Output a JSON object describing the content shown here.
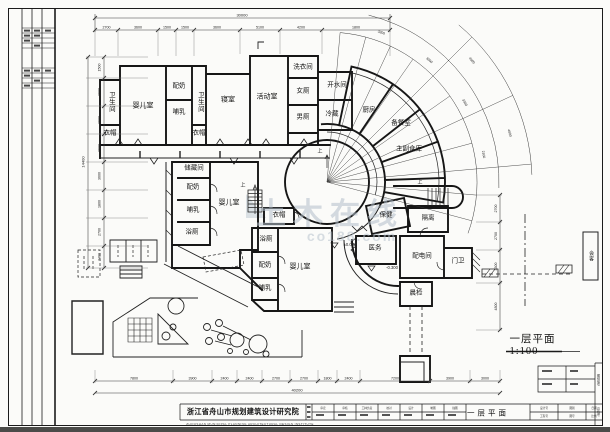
{
  "titles": {
    "plan_title": "一层平面1:100",
    "sheet_name": "一层平面",
    "institute": "浙江省舟山市规划建筑设计研究院",
    "institute_en": "ZHOUSHAN MUNICIPAL PLANNING ARCHITECTURAL DESIGN INSTITUTE"
  },
  "watermark": {
    "brand": "土木在线",
    "site": "co188.com"
  },
  "rooms": [
    "卫生间",
    "衣帽",
    "婴儿室",
    "配奶",
    "哺乳",
    "卫生间",
    "衣帽",
    "寝室",
    "活动室",
    "洗衣间",
    "女厕",
    "男厕",
    "开水间",
    "冷藏",
    "厨房",
    "备餐室",
    "主副食库",
    "储藏间",
    "配奶",
    "哺乳",
    "浴厕",
    "婴儿室",
    "衣帽",
    "浴厕",
    "配奶",
    "哺乳",
    "婴儿室",
    "保健",
    "隔离",
    "医务",
    "配电间",
    "门卫",
    "晨检",
    "会客"
  ],
  "up_label": "上",
  "elevations": [
    "±0.000",
    "-0.300"
  ],
  "dims": {
    "top_total": "30000",
    "top": [
      "2700",
      "3600",
      "1500",
      "1500",
      "3600",
      "5100",
      "4200",
      "1800"
    ],
    "left": [
      "1500",
      "3600",
      "3600",
      "3600",
      "3600",
      "1800",
      "2700",
      "2400"
    ],
    "left_total": "14400",
    "bottom": [
      "7800",
      "3900",
      "2400",
      "2400",
      "2700",
      "2700",
      "1800",
      "2400",
      "7200",
      "3900",
      "3000"
    ],
    "bottom_total": "40200",
    "right": [
      "2700",
      "2700",
      "3300",
      "4800"
    ],
    "fan_inner": [
      "3300",
      "3300",
      "3300",
      "2100"
    ],
    "fan_outer": [
      "4500",
      "4800"
    ]
  },
  "titleblock": {
    "cells_top": [
      "审定",
      "审核",
      "工种负责",
      "校对",
      "设计",
      "制图",
      "描图"
    ],
    "right_cells": [
      "设计号",
      "图别",
      "日期",
      "工程号",
      "图号",
      "比例"
    ],
    "strip1": "图纸编号",
    "strip2": "存档号"
  },
  "colors": {
    "line": "#1b1b1b",
    "watermark": "#b3bfca",
    "paper": "#fbfbf9"
  }
}
